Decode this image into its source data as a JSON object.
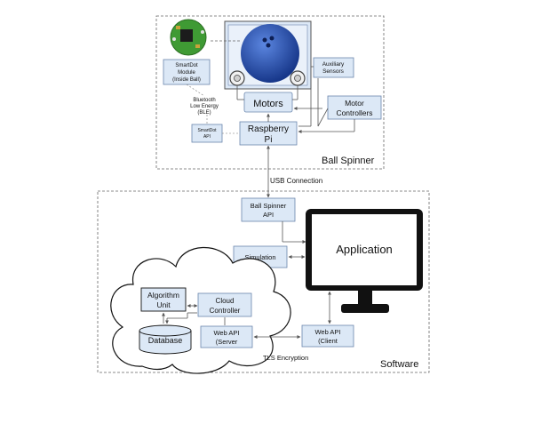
{
  "colors": {
    "box_fill": "#dce8f6",
    "box_stroke": "#6b86ad",
    "line": "#555555",
    "ball": "#2a57b8",
    "board": "#3f9a34",
    "monitor": "#111111"
  },
  "ball_spinner": {
    "title": "Ball Spinner",
    "smartdot_module": [
      "SmartDot",
      "Module",
      "(Inside Ball)"
    ],
    "ble_label": [
      "Bluetooth",
      "Low Energy",
      "(BLE)"
    ],
    "smartdot_api": [
      "SmartDot",
      "API"
    ],
    "motors": "Motors",
    "auxiliary_sensors": [
      "Auxiliary",
      "Sensors"
    ],
    "motor_controllers": [
      "Motor",
      "Controllers"
    ],
    "raspberry_pi": [
      "Raspberry",
      "Pi"
    ]
  },
  "usb_connection": "USB Connection",
  "software": {
    "title": "Software",
    "ball_spinner_api": [
      "Ball Spinner",
      "API"
    ],
    "application": "Application",
    "simulation": "Simulation",
    "algorithm_unit": [
      "Algorithm",
      "Unit"
    ],
    "cloud_controller": [
      "Cloud",
      "Controller"
    ],
    "database": "Database",
    "web_api_server": [
      "Web API",
      "(Server"
    ],
    "web_api_client": [
      "Web API",
      "(Client"
    ],
    "tls_encryption": "TLS Encryption"
  }
}
